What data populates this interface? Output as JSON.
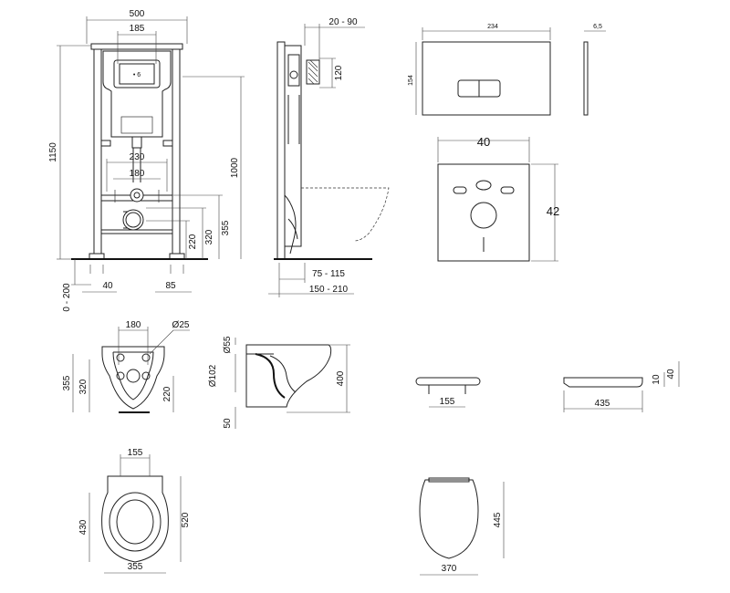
{
  "frame_front": {
    "width": "500",
    "width_top": "185",
    "height": "1150",
    "frame_h": "1000",
    "spacing": "230",
    "pipe": "180",
    "h355": "355",
    "h320": "320",
    "h220": "220",
    "leg_range": "0 - 200",
    "foot_w": "40",
    "foot_w2": "85"
  },
  "frame_side": {
    "depth_top": "20 - 90",
    "h120": "120",
    "d1": "75 - 115",
    "d2": "150 - 210"
  },
  "plate_front": {
    "w": "234",
    "h": "154"
  },
  "plate_side": {
    "t": "6,5"
  },
  "mat": {
    "w": "40",
    "h": "42"
  },
  "bowl_front": {
    "w180": "180",
    "dia": "Ø25",
    "h355": "355",
    "h320": "320",
    "h220": "220"
  },
  "bowl_side": {
    "d55": "Ø55",
    "d102": "Ø102",
    "h50": "50",
    "h400": "400"
  },
  "seat_front": {
    "w155": "155"
  },
  "seat_side": {
    "len": "435",
    "h10": "10",
    "h40": "40"
  },
  "bowl_top": {
    "w155": "155",
    "h430": "430",
    "h520": "520",
    "w355": "355"
  },
  "seat_top": {
    "h445": "445",
    "w370": "370"
  }
}
